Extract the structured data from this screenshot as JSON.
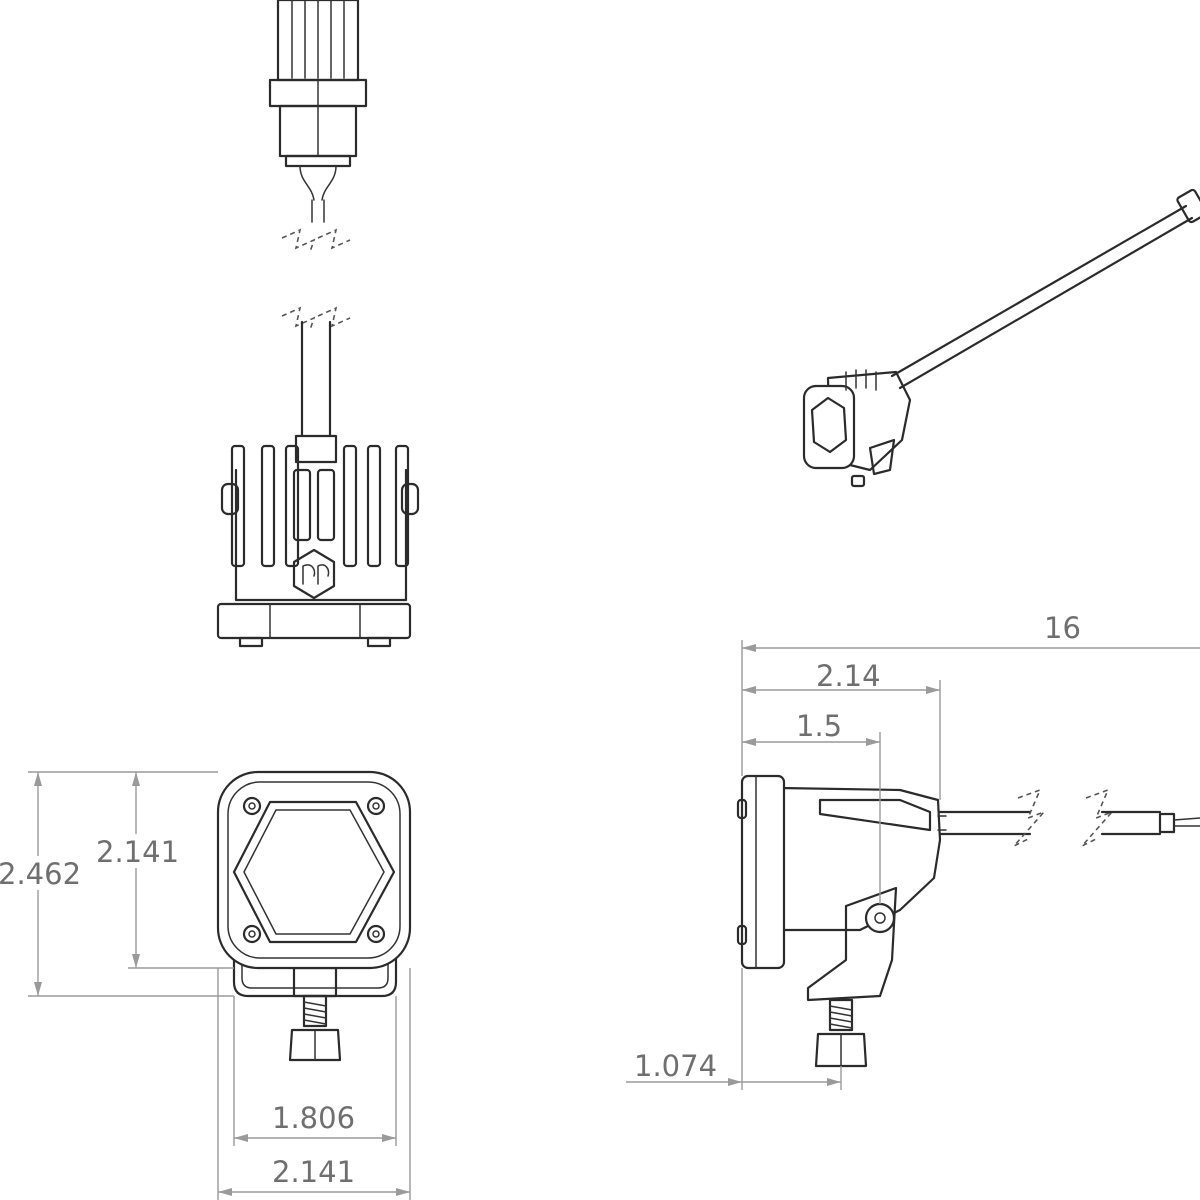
{
  "dimensions": {
    "front_height_total": "2.462",
    "front_height_housing": "2.141",
    "front_width_bracket": "1.806",
    "front_width_housing": "2.141",
    "side_cable_length": "16",
    "side_depth_total": "2.14",
    "side_depth_mount": "1.5",
    "side_bolt_height": "1.074"
  },
  "colors": {
    "line": "#2b2b2b",
    "dimension": "#9a9a9a",
    "text": "#6f6f6f"
  },
  "icons": [
    "hexagon-logo-icon",
    "connector-icon",
    "mounting-bolt-icon"
  ]
}
